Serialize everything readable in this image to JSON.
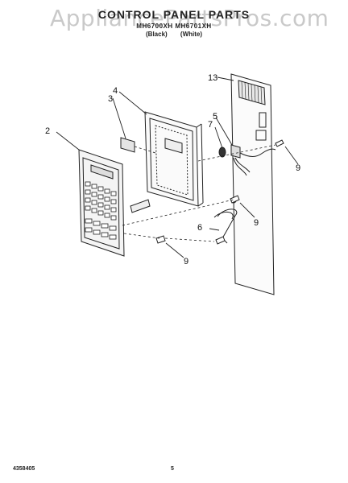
{
  "header": {
    "title": "CONTROL PANEL PARTS",
    "subtitle": "MH6700XH MH6701XH",
    "variants": "(Black)   (White)"
  },
  "watermark": "AppliancePartsPros.com",
  "footer": {
    "part_number": "4358405",
    "page_number": "5"
  },
  "callouts": [
    "2",
    "3",
    "4",
    "5",
    "6",
    "7",
    "9",
    "9",
    "9",
    "13"
  ]
}
